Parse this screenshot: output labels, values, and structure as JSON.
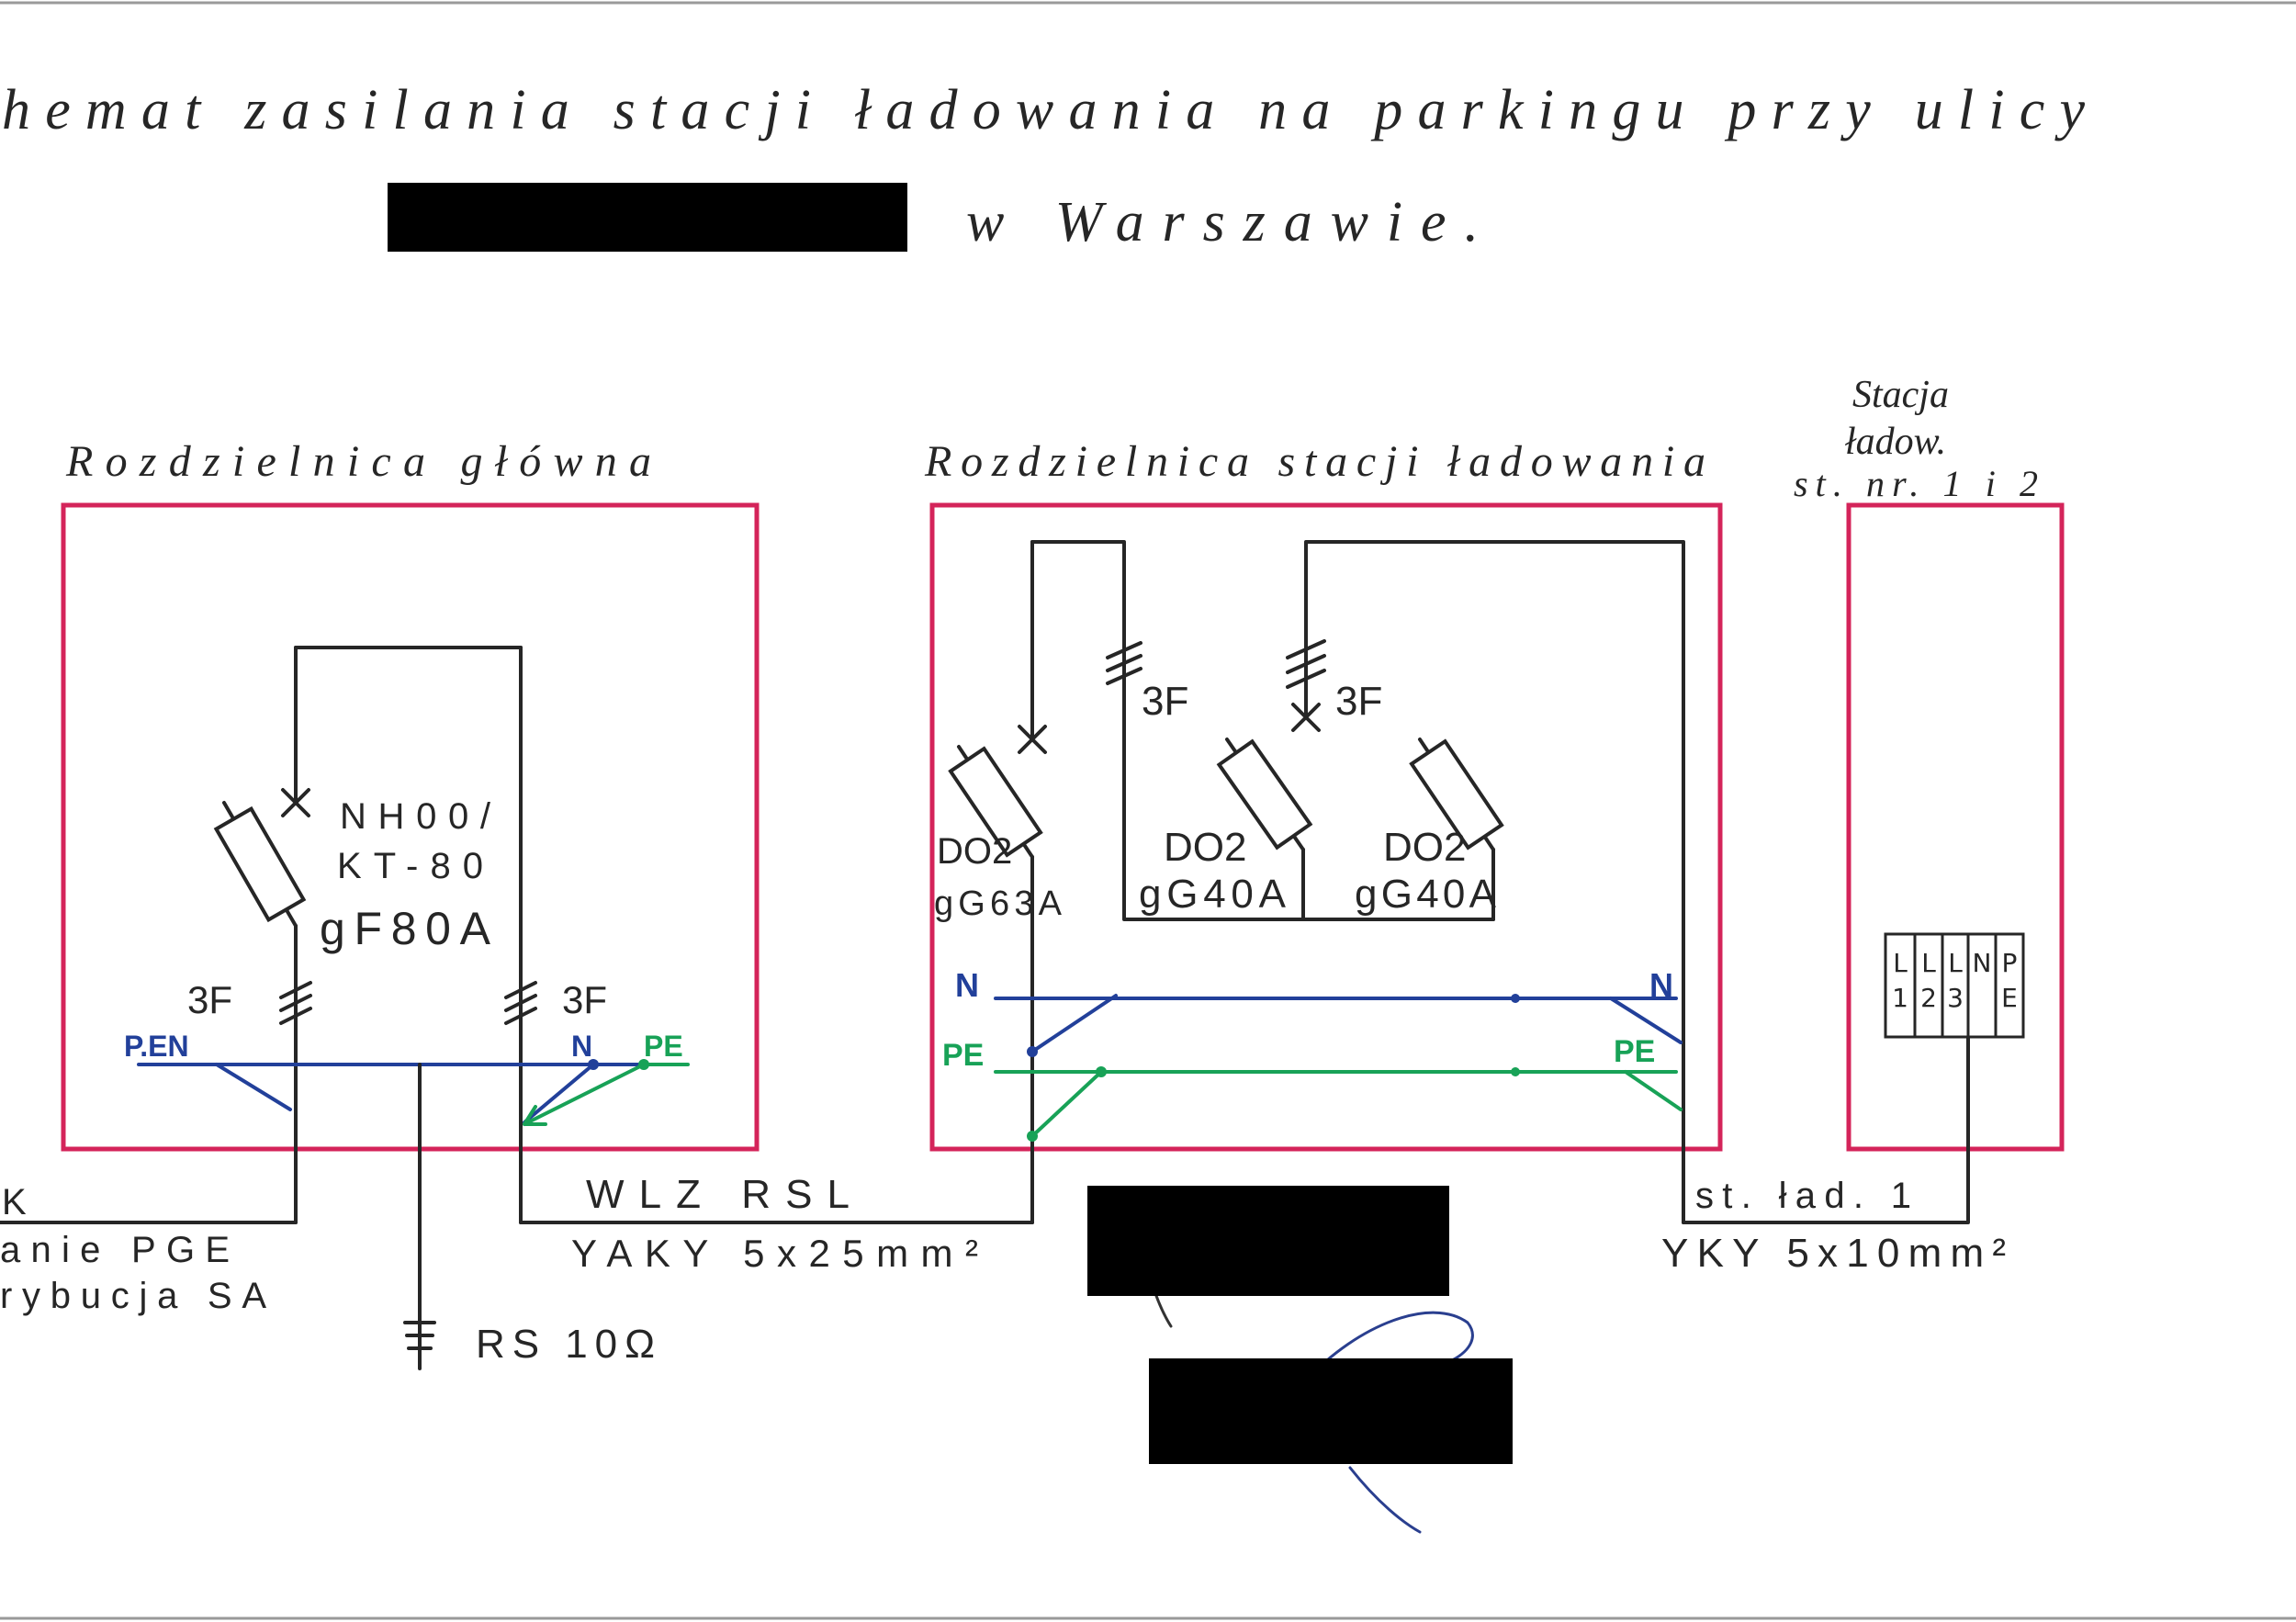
{
  "title": {
    "line1": "hemat zasilania stacji ładowania na parkingu przy ulicy",
    "line2": "w Warszawie."
  },
  "main_board": {
    "label": "Rozdzielnica główna",
    "fuse": {
      "type_line1": "NH00/",
      "type_line2": "KT-80",
      "rating": "gF80A"
    },
    "phases_in": "3F",
    "phases_out": "3F",
    "bus": {
      "pen": "P.EN",
      "n": "N",
      "pe": "PE"
    },
    "earthing": "RS 10Ω",
    "supply": {
      "line1": "K",
      "line2": "anie PGE",
      "line3": "rybucja SA"
    }
  },
  "feeder": {
    "name": "WLZ RSL",
    "cable": "YAKY 5x25mm²"
  },
  "charging_board": {
    "label": "Rozdzielnica stacji ładowania",
    "phases_a": "3F",
    "phases_b": "3F",
    "fuses": [
      {
        "type": "DO2",
        "rating": "gG63A"
      },
      {
        "type": "DO2",
        "rating": "gG40A"
      },
      {
        "type": "DO2",
        "rating": "gG40A"
      }
    ],
    "bus": {
      "n_left": "N",
      "n_right": "N",
      "pe_left": "PE",
      "pe_right": "PE"
    }
  },
  "station": {
    "label": [
      "Stacja",
      "ładow.",
      "st. nr. 1 i 2"
    ],
    "terminals": [
      {
        "top": "L",
        "bottom": "1"
      },
      {
        "top": "L",
        "bottom": "2"
      },
      {
        "top": "L",
        "bottom": "3"
      },
      {
        "top": "N"
      },
      {
        "top": "P",
        "bottom": "E"
      }
    ],
    "circuit": "st. ład. 1",
    "cable": "YKY 5x10mm²"
  },
  "colors": {
    "enclosure": "#d4245a",
    "neutral": "#22409a",
    "protective": "#18a257",
    "ink": "#262626",
    "redaction": "#000000"
  }
}
